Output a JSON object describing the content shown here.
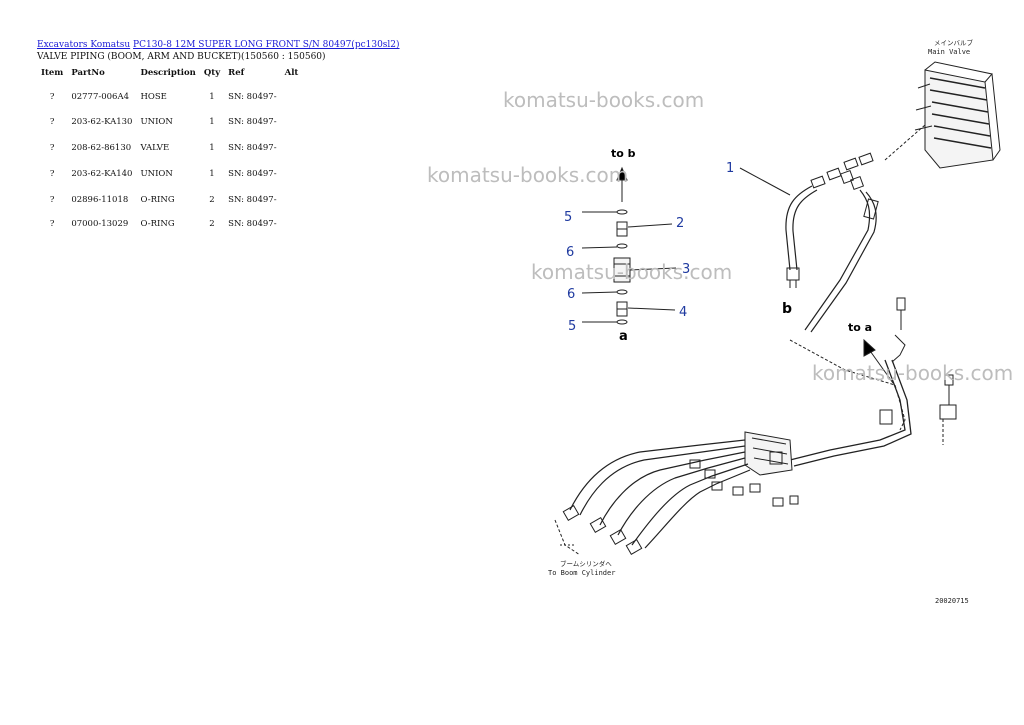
{
  "breadcrumb": {
    "link1": "Excavators Komatsu",
    "link2": "PC130-8 12M SUPER LONG FRONT S/N 80497(pc130sl2)"
  },
  "subtitle": "VALVE PIPING (BOOM, ARM AND BUCKET)(150560 : 150560)",
  "table": {
    "headers": [
      "Item",
      "PartNo",
      "Description",
      "Qty",
      "Ref",
      "Alt"
    ],
    "rows": [
      {
        "item": "?",
        "partno": "02777-006A4",
        "desc": "HOSE",
        "qty": "1",
        "ref": "SN: 80497-",
        "alt": ""
      },
      {
        "item": "?",
        "partno": "203-62-KA130",
        "desc": "UNION",
        "qty": "1",
        "ref": "SN: 80497-",
        "alt": ""
      },
      {
        "item": "?",
        "partno": "208-62-86130",
        "desc": "VALVE",
        "qty": "1",
        "ref": "SN: 80497-",
        "alt": ""
      },
      {
        "item": "?",
        "partno": "203-62-KA140",
        "desc": "UNION",
        "qty": "1",
        "ref": "SN: 80497-",
        "alt": ""
      },
      {
        "item": "?",
        "partno": "02896-11018",
        "desc": "O-RING",
        "qty": "2",
        "ref": "SN: 80497-",
        "alt": ""
      },
      {
        "item": "?",
        "partno": "07000-13029",
        "desc": "O-RING",
        "qty": "2",
        "ref": "SN: 80497-",
        "alt": ""
      }
    ]
  },
  "watermark": "komatsu-books.com",
  "diagram": {
    "callouts": {
      "c1": "1",
      "c2": "2",
      "c3": "3",
      "c4": "4",
      "c5a": "5",
      "c5b": "5",
      "c6a": "6",
      "c6b": "6"
    },
    "to_b": "to b",
    "to_a": "to a",
    "b_letter": "b",
    "a_letter": "a",
    "main_valve_jp": "メインバルブ",
    "main_valve": "Main Valve",
    "boom_cyl_jp": "ブームシリンダへ",
    "boom_cyl": "To Boom Cylinder",
    "drawing_no": "20020715"
  },
  "colors": {
    "link": "#1a1ad6",
    "callout": "#1f3aa0",
    "watermark": "#bdbdbd"
  }
}
